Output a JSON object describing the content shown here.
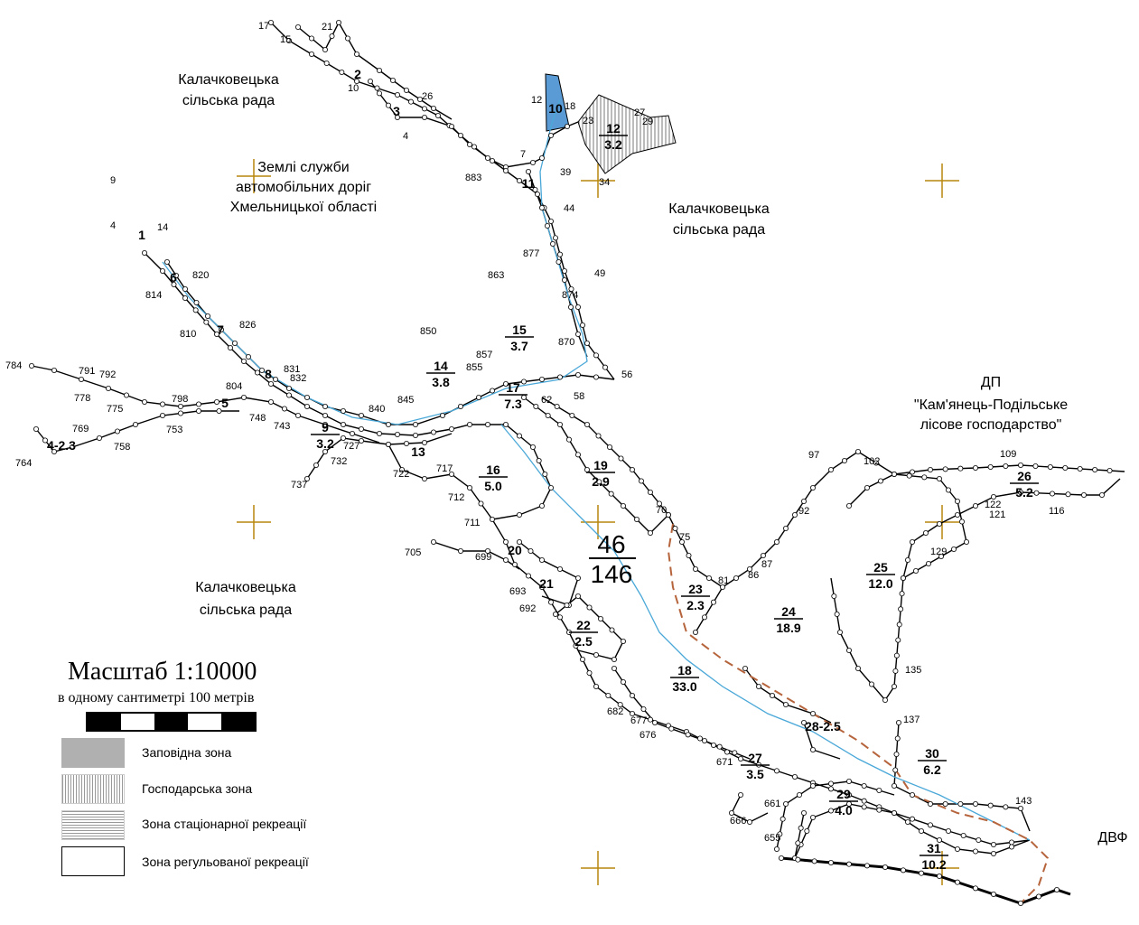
{
  "regions": {
    "kalach_top": [
      "Калачковецька",
      "сільська рада"
    ],
    "roads": [
      "Землі служби",
      "автомобільних доріг",
      "Хмельницької області"
    ],
    "kalach_right": [
      "Калачковецька",
      "сільська рада"
    ],
    "dp": [
      "ДП",
      "\"Кам'янець-Подільське",
      "лісове господарство\""
    ],
    "kalach_bottom": [
      "Калачковецька",
      "сільська рада"
    ],
    "dvf": "ДВФ"
  },
  "big_parcel": {
    "top": "46",
    "bottom": "146"
  },
  "parcels": [
    {
      "id": "1",
      "num": "1",
      "area": ""
    },
    {
      "id": "2",
      "num": "2",
      "area": ""
    },
    {
      "id": "3",
      "num": "3",
      "area": ""
    },
    {
      "id": "4",
      "num": "4-2.3",
      "area": ""
    },
    {
      "id": "5",
      "num": "5",
      "area": ""
    },
    {
      "id": "6",
      "num": "6",
      "area": ""
    },
    {
      "id": "7",
      "num": "7",
      "area": ""
    },
    {
      "id": "8",
      "num": "8",
      "area": ""
    },
    {
      "id": "9",
      "num": "9",
      "area": "3.2"
    },
    {
      "id": "10",
      "num": "10",
      "area": ""
    },
    {
      "id": "11",
      "num": "11",
      "area": ""
    },
    {
      "id": "12",
      "num": "12",
      "area": "3.2"
    },
    {
      "id": "13",
      "num": "13",
      "area": ""
    },
    {
      "id": "14",
      "num": "14",
      "area": "3.8"
    },
    {
      "id": "15",
      "num": "15",
      "area": "3.7"
    },
    {
      "id": "16",
      "num": "16",
      "area": "5.0"
    },
    {
      "id": "17",
      "num": "17",
      "area": "7.3"
    },
    {
      "id": "18",
      "num": "18",
      "area": "33.0"
    },
    {
      "id": "19",
      "num": "19",
      "area": "2.9"
    },
    {
      "id": "20",
      "num": "20",
      "area": ""
    },
    {
      "id": "21",
      "num": "21",
      "area": ""
    },
    {
      "id": "22",
      "num": "22",
      "area": "2.5"
    },
    {
      "id": "23",
      "num": "23",
      "area": "2.3"
    },
    {
      "id": "24",
      "num": "24",
      "area": "18.9"
    },
    {
      "id": "25",
      "num": "25",
      "area": "12.0"
    },
    {
      "id": "26",
      "num": "26",
      "area": "5.2"
    },
    {
      "id": "27",
      "num": "27",
      "area": "3.5"
    },
    {
      "id": "28",
      "num": "28-2.5",
      "area": ""
    },
    {
      "id": "29",
      "num": "29",
      "area": "4.0"
    },
    {
      "id": "30",
      "num": "30",
      "area": "6.2"
    },
    {
      "id": "31",
      "num": "31",
      "area": "10.2"
    }
  ],
  "point_labels": [
    "17",
    "21",
    "15",
    "2",
    "10",
    "26",
    "3",
    "4",
    "12",
    "18",
    "23",
    "27",
    "29",
    "7",
    "883",
    "39",
    "34",
    "9",
    "4",
    "14",
    "44",
    "877",
    "49",
    "820",
    "814",
    "863",
    "874",
    "826",
    "810",
    "850",
    "857",
    "870",
    "784",
    "791",
    "792",
    "831",
    "832",
    "855",
    "56",
    "778",
    "804",
    "58",
    "62",
    "775",
    "798",
    "840",
    "845",
    "769",
    "748",
    "743",
    "753",
    "758",
    "727",
    "764",
    "722",
    "717",
    "737",
    "732",
    "712",
    "711",
    "70",
    "75",
    "705",
    "699",
    "693",
    "692",
    "81",
    "86",
    "87",
    "92",
    "97",
    "102",
    "109",
    "122",
    "121",
    "116",
    "129",
    "682",
    "677",
    "676",
    "135",
    "137",
    "671",
    "661",
    "666",
    "655",
    "143"
  ],
  "scale": {
    "title": "Масштаб  1:10000",
    "subtitle": "в одному сантиметрі 100 метрів"
  },
  "legend": [
    {
      "label": "Заповідна зона",
      "pattern": "solid-gray"
    },
    {
      "label": "Господарська зона",
      "pattern": "vertical-hatch"
    },
    {
      "label": "Зона стаціонарної рекреації",
      "pattern": "horizontal-hatch"
    },
    {
      "label": "Зона регульованої рекреації",
      "pattern": "blank"
    }
  ],
  "colors": {
    "river": "#4aa8d8",
    "reserve_fill": "#5b9bd5",
    "dashed_trail": "#b5643c",
    "crosshair": "#b8860b"
  }
}
